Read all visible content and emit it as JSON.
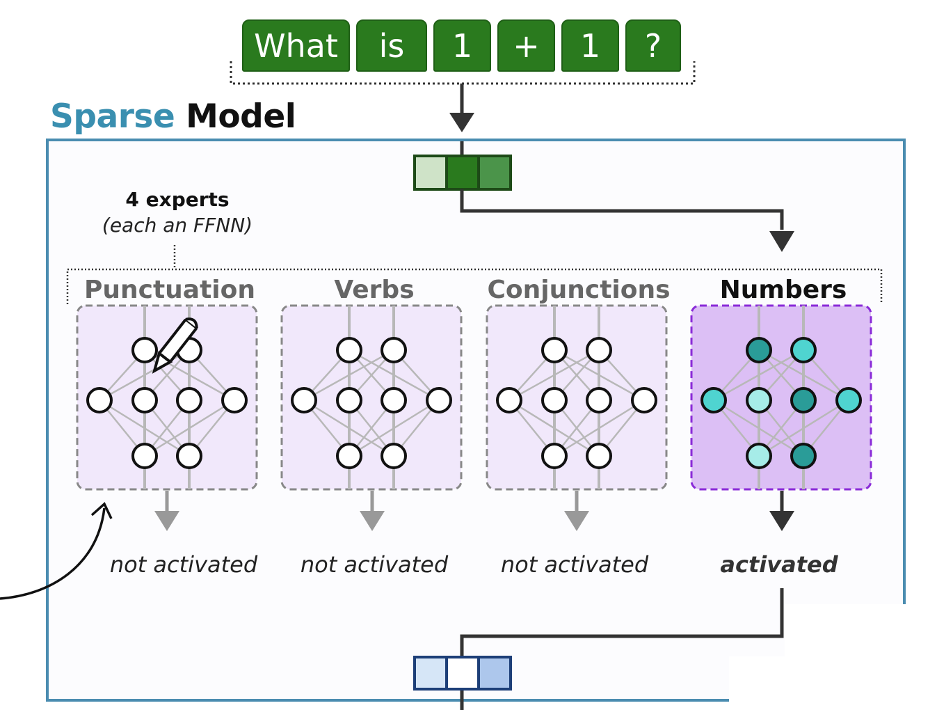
{
  "tokens": [
    "What",
    "is",
    "1",
    "+",
    "1",
    "?"
  ],
  "title": {
    "sparse": "Sparse",
    "model": "Model"
  },
  "experts_label": {
    "line1": "4 experts",
    "line2": "(each an FFNN)"
  },
  "experts": [
    {
      "name": "Punctuation",
      "status": "not activated",
      "activated": false
    },
    {
      "name": "Verbs",
      "status": "not activated",
      "activated": false
    },
    {
      "name": "Conjunctions",
      "status": "not activated",
      "activated": false
    },
    {
      "name": "Numbers",
      "status": "activated",
      "activated": true
    }
  ],
  "colors": {
    "token_green": "#2a7a1e",
    "sparse_blue": "#3a8fb0",
    "box_border": "#4a8cb0",
    "expert_bg": "#f1e8fb",
    "active_bg": "#dcbff5",
    "active_border": "#8a2bd8",
    "teal_dark": "#2a9c98",
    "teal_mid": "#4fd4d0",
    "teal_light": "#a6ece8"
  },
  "icons": [
    "pencil-icon"
  ]
}
